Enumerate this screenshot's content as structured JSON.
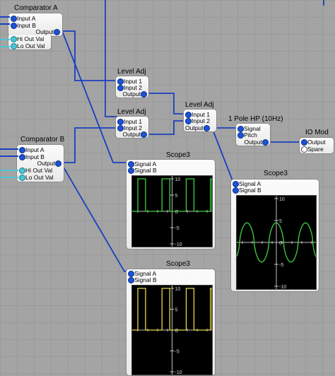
{
  "colors": {
    "canvas": "#a4a4a4",
    "wire": "#1a3fc0",
    "port_in": "#1a52d8",
    "port_cyan": "#48c6d6",
    "trace_green": "#3fd43f",
    "trace_yellow": "#e8d84a",
    "scope_bg": "#000000"
  },
  "modules": {
    "comparator_a": {
      "title": "Comparator A",
      "inputs": [
        "Input A",
        "Input B"
      ],
      "output": "Output",
      "leads": [
        "Hi Out Val",
        "Lo Out Val"
      ]
    },
    "comparator_b": {
      "title": "Comparator B",
      "inputs": [
        "Input A",
        "Input B"
      ],
      "output": "Output",
      "leads": [
        "Hi Out Val",
        "Lo Out Val"
      ]
    },
    "level_adj_1": {
      "title": "Level Adj",
      "inputs": [
        "Input 1",
        "Input 2"
      ],
      "output": "Output"
    },
    "level_adj_2": {
      "title": "Level Adj",
      "inputs": [
        "Input 1",
        "Input 2"
      ],
      "output": "Output"
    },
    "level_adj_3": {
      "title": "Level Adj",
      "inputs": [
        "Input 1",
        "Input 2"
      ],
      "output": "Output"
    },
    "hp_filter": {
      "title": "1 Pole HP (10Hz)",
      "inputs": [
        "Signal",
        "Pitch"
      ],
      "output": "Output"
    },
    "io_mod": {
      "title": "IO Mod",
      "ports": [
        "Output",
        "Spare"
      ]
    }
  },
  "scopes": [
    {
      "title": "Scope3",
      "inputs": [
        "Signal A",
        "Signal B"
      ],
      "trace": "square",
      "trace_color": "green",
      "ticks": [
        "10",
        "5",
        "0",
        "-5",
        "-10"
      ]
    },
    {
      "title": "Scope3",
      "inputs": [
        "Signal A",
        "Signal B"
      ],
      "trace": "sine",
      "trace_color": "green",
      "ticks": [
        "10",
        "5",
        "0",
        "-5",
        "-10"
      ]
    },
    {
      "title": "Scope3",
      "inputs": [
        "Signal A",
        "Signal B"
      ],
      "trace": "square",
      "trace_color": "yellow",
      "ticks": [
        "10",
        "5",
        "0",
        "-5",
        "-10"
      ]
    }
  ]
}
